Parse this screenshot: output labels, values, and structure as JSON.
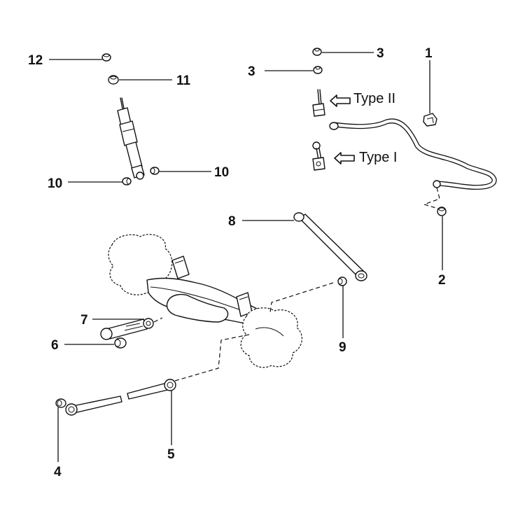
{
  "callouts": {
    "p1": "1",
    "p2": "2",
    "p3a": "3",
    "p3b": "3",
    "p4": "4",
    "p5": "5",
    "p6": "6",
    "p7": "7",
    "p8": "8",
    "p9": "9",
    "p10a": "10",
    "p10b": "10",
    "p11": "11",
    "p12": "12"
  },
  "type_labels": {
    "type2": "Type II",
    "type1": "Type I"
  }
}
